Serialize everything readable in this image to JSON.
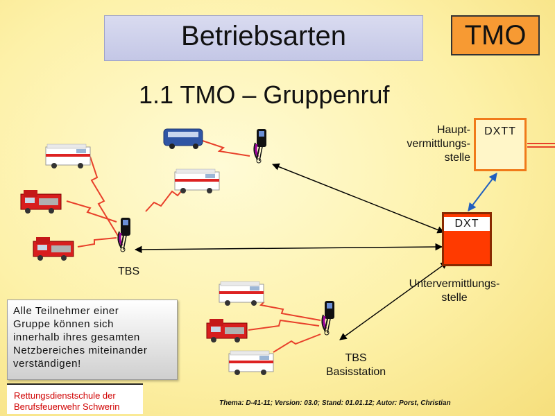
{
  "header": {
    "title": "Betriebsarten",
    "mode_badge": "TMO"
  },
  "subtitle": "1.1 TMO – Gruppenruf",
  "diagram": {
    "haupt_label_line1": "Haupt-",
    "haupt_label_line2": "vermittlungs-",
    "haupt_label_line3": "stelle",
    "dxtt_label": "DXTT",
    "dxt_label": "DXT",
    "unter_label_line1": "Untervermittlungs-",
    "unter_label_line2": "stelle",
    "tbs_left_label": "TBS",
    "tbs_bottom_label_line1": "TBS",
    "tbs_bottom_label_line2": "Basisstation"
  },
  "info_box": {
    "line1": "Alle Teilnehmer einer",
    "line2": "Gruppe können sich",
    "line3": "innerhalb ihres gesamten",
    "line4": "Netzbereiches miteinander",
    "line5": "verständigen!"
  },
  "school": {
    "line1": "Rettungsdienstschule der",
    "line2": "Berufsfeuerwehr Schwerin"
  },
  "footer": "Thema: D-41-11; Version: 03.0; Stand: 01.01.12; Autor: Porst, Christian",
  "colors": {
    "title_bg": "#c4c7e6",
    "badge_bg": "#f79a33",
    "dxtt_border": "#f07a1a",
    "dxt_bg": "#ff3a00",
    "lightning": "#e8402a",
    "connection": "#000000",
    "link_blue": "#1f5fbf"
  },
  "icons": [
    "ambulance-icon",
    "minibus-icon",
    "fire-engine-icon",
    "tbs-antenna-icon",
    "exchange-cabinet-icon"
  ]
}
